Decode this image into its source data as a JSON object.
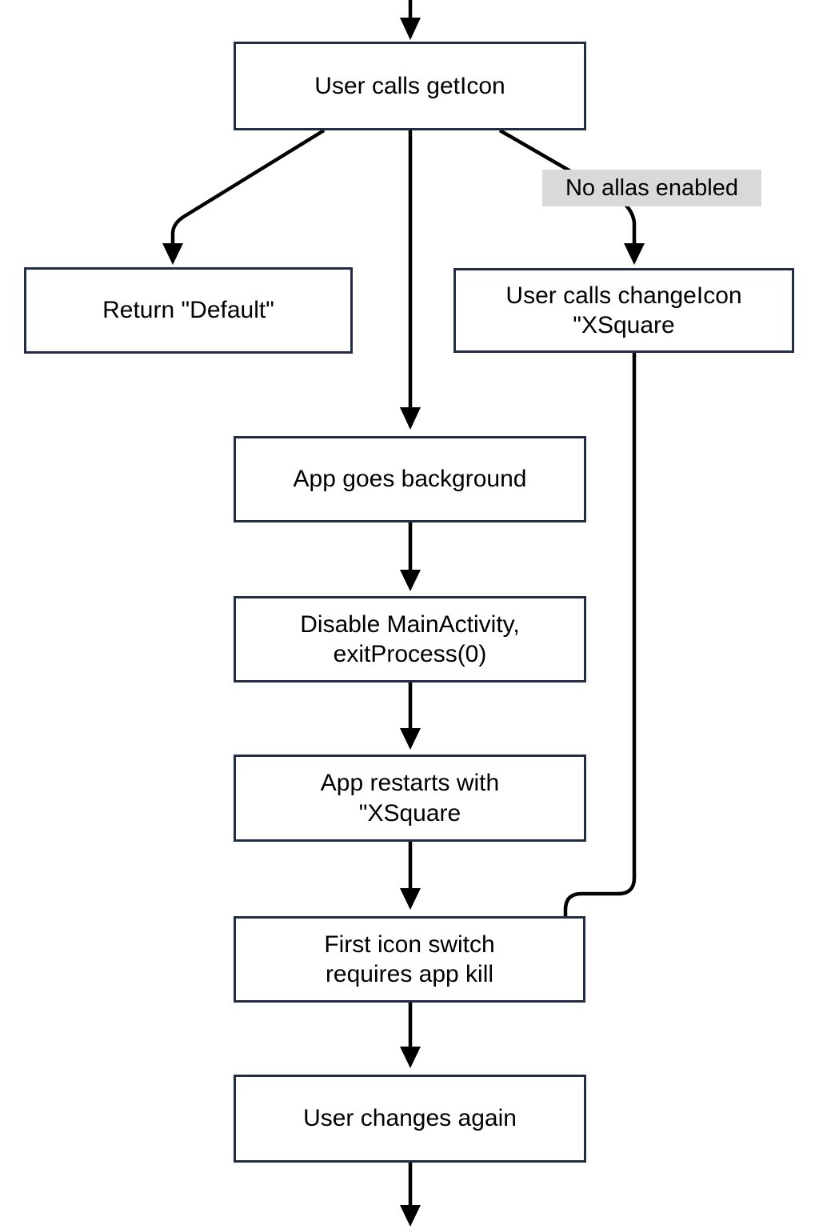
{
  "diagram": {
    "type": "flowchart",
    "nodes": {
      "get_icon": {
        "lines": [
          "User calls getIcon"
        ]
      },
      "return_default": {
        "lines": [
          "Return \"Default\""
        ]
      },
      "change_icon": {
        "lines": [
          "User calls changeIcon",
          "\"XSquare"
        ]
      },
      "app_background": {
        "lines": [
          "App goes background"
        ]
      },
      "disable_main": {
        "lines": [
          "Disable MainActivity,",
          "exitProcess(0)"
        ]
      },
      "app_restarts": {
        "lines": [
          "App restarts with",
          "\"XSquare"
        ]
      },
      "first_switch": {
        "lines": [
          "First icon switch",
          "requires app kill"
        ]
      },
      "user_changes": {
        "lines": [
          "User changes again"
        ]
      }
    },
    "edge_label": {
      "text": "No allas enabled"
    },
    "edges": [
      "top -> get_icon",
      "get_icon -> return_default",
      "get_icon -> app_background",
      "get_icon -> change_icon (No allas enabled)",
      "change_icon -> first_switch",
      "app_background -> disable_main",
      "disable_main -> app_restarts",
      "app_restarts -> first_switch",
      "first_switch -> user_changes",
      "user_changes -> bottom"
    ],
    "colors": {
      "node_border": "#222d45",
      "node_bg": "#ffffff",
      "connector": "#000000",
      "edge_label_bg": "#d9d9d9",
      "text": "#000000"
    }
  }
}
